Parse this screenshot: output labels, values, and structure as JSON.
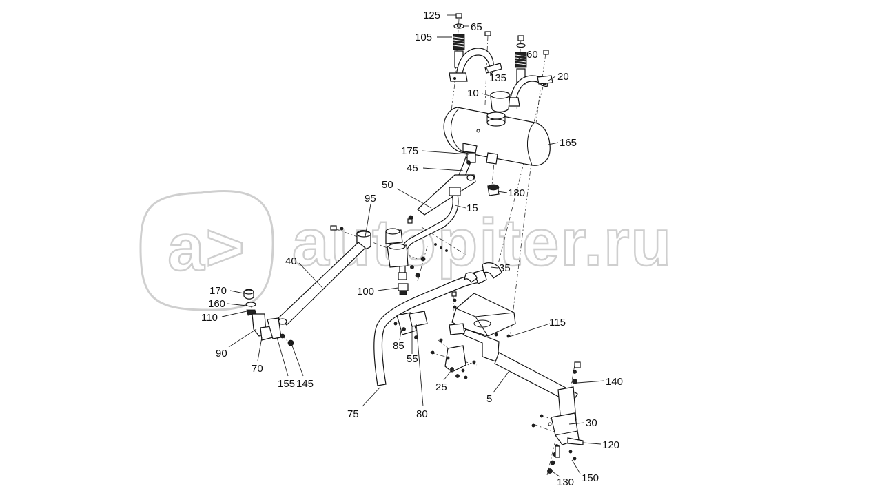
{
  "watermark": {
    "text": "autopiter.ru",
    "logo_glyph": "a>",
    "stroke_color": "#cfcfcf"
  },
  "callouts": {
    "c125": "125",
    "c65": "65",
    "c105": "105",
    "c60": "60",
    "c135": "135",
    "c20": "20",
    "c10": "10",
    "c165": "165",
    "c175": "175",
    "c45": "45",
    "c50": "50",
    "c180": "180",
    "c95": "95",
    "c15": "15",
    "c40": "40",
    "c35": "35",
    "c170": "170",
    "c160": "160",
    "c110": "110",
    "c100": "100",
    "c115": "115",
    "c90": "90",
    "c85": "85",
    "c55": "55",
    "c70": "70",
    "c155": "155",
    "c145": "145",
    "c25": "25",
    "c140": "140",
    "c5": "5",
    "c75": "75",
    "c80": "80",
    "c30": "30",
    "c120": "120",
    "c130": "130",
    "c150": "150"
  }
}
